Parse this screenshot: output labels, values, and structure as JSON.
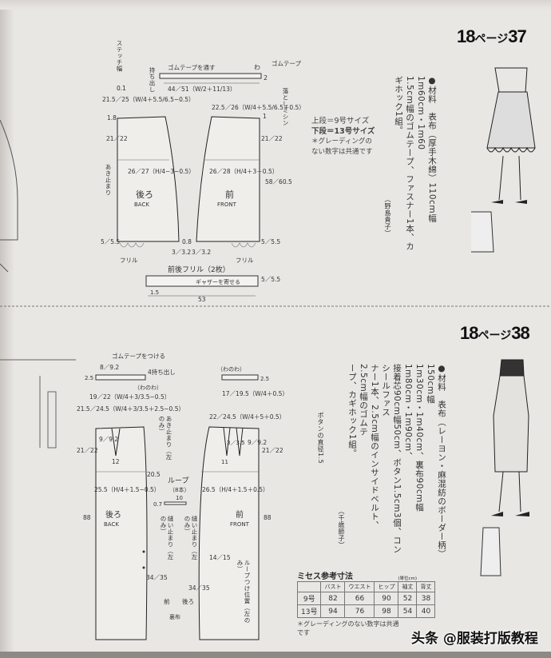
{
  "top_section": {
    "page_ref": {
      "num": "18",
      "label": "ページ",
      "page": "37"
    },
    "size_legend": {
      "upper": "上段＝9号サイズ",
      "lower": "下段＝13号サイズ",
      "note1": "＊グレーディングの",
      "note2": "ない数字は共通です"
    },
    "materials": [
      "●材料　表布（厚手木綿）110cm幅1m60cm・1m60",
      "1.5cm幅のゴムテープ、ファスナー1本、カギホック1組。",
      "（野島貴子）"
    ],
    "diagram": {
      "waistband_label": "ゴムテープを通す",
      "fold_mark": "わ",
      "elastic_label": "ゴムテープ",
      "stitch_label": "落としミシン",
      "stitch_width": "ステッチ幅",
      "stitch_value": "0.1",
      "extension": "持ち出し",
      "waistband_len": "44／51（W/2＋11/13）",
      "band_w": "2",
      "back_waist": "21.5／25（W/4＋5.5/6.5−0.5）",
      "front_waist": "22.5／26（W/4＋5.5/6.5＋0.5）",
      "back_hip": "26／27（H/4−3−0.5）",
      "front_hip": "26／28（H/4＋3＋0.5）",
      "hip_depth": "21／22",
      "length": "58／60.5",
      "back_rise": "1.8",
      "front_rise": "1",
      "opening_end": "あき止まり",
      "back_label": "後ろ",
      "back_en": "BACK",
      "front_label": "前",
      "front_en": "FRONT",
      "hem_offset": "0.8",
      "hem_flare": "3／3.2",
      "frill_h": "5／5.5",
      "frill": "フリル",
      "frill_title": "前後フリル（2枚）",
      "gather": "ギャザーを寄せる",
      "frill_margin": "1.5",
      "frill_len": "53"
    }
  },
  "bottom_section": {
    "page_ref": {
      "num": "18",
      "label": "ページ",
      "page": "38"
    },
    "materials": [
      "●材料　表布（レーヨン・麻混紡のボーダー柄）150cm幅",
      "1m30cm・1m40cm、裏布90cm幅1m80cm・1m90cm、",
      "接着芯90cm幅50cm、ボタン1.5cm3個、コンシールファス",
      "ナー1本、2.5cm幅のインサイドベルト、2.5cm幅のゴムテ",
      "ープ、カギホック1組。",
      "（千歳節子）"
    ],
    "button_note": "ボタンの直径1.5",
    "diagram": {
      "elastic_attach": "ゴムテープをつける",
      "extension": "4持ち出し",
      "fold": "（わのわ）",
      "back_band_len": "8／9.2",
      "band_w": "2.5",
      "back_band": "19／22（W/4＋3/3.5−0.5）",
      "front_band": "17／19.5（W/4＋0.5）",
      "back_waist": "21.5／24.5（W/4＋3/3.5＋2.5−0.5）",
      "front_waist": "22／24.5（W/4＋5＋0.5）",
      "dart_back": "9／9.2",
      "dart_len": "12",
      "dart_front": "3／3.5",
      "dart_front_len": "11",
      "hip_depth": "21／22",
      "back_hip": "25.5（H/4＋1.5−0.5）",
      "front_hip": "26.5（H/4＋1.5＋0.5）",
      "opening": "あき止まり（左のみ）",
      "opening_depth": "20.5",
      "loop_title": "ループ",
      "loop_count": "（8本）",
      "loop_len": "10",
      "loop_w": "0.7",
      "length": "88",
      "back_label": "後ろ",
      "back_en": "BACK",
      "front_label": "前",
      "front_en": "FRONT",
      "sew_end": "縫い止まり（左のみ）",
      "slit": "34／35",
      "loop_pos": "ループつけ位置（左のみ）",
      "loop_spacing": "14／15",
      "back_mark": "後ろ",
      "front_mark": "前",
      "lining": "裏布"
    },
    "size_table": {
      "title": "ミセス参考寸法",
      "unit": "(単位cm)",
      "headers": [
        "",
        "バスト",
        "ウエスト",
        "ヒップ",
        "袖丈",
        "背丈"
      ],
      "rows": [
        [
          "9号",
          "82",
          "66",
          "90",
          "52",
          "38"
        ],
        [
          "13号",
          "94",
          "76",
          "98",
          "54",
          "40"
        ]
      ],
      "note": "＊グレーディングのない数字は共通です"
    }
  },
  "watermark": "头条 @服装打版教程"
}
